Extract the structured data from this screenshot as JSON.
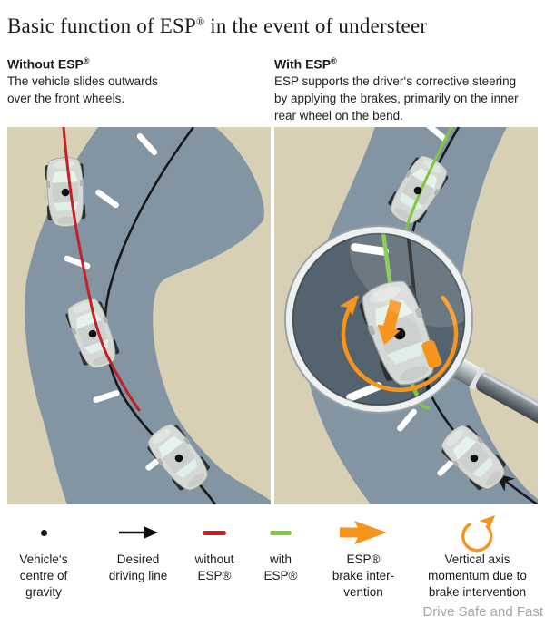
{
  "title": {
    "pre": "Basic function of ESP",
    "sup": "®",
    "post": " in the event of understeer"
  },
  "columns": {
    "left": {
      "heading_pre": "Without ESP",
      "heading_sup": "®",
      "lines": [
        "The vehicle slides outwards",
        "over the front wheels."
      ]
    },
    "right": {
      "heading_pre": "With ESP",
      "heading_sup": "®",
      "lines": [
        "ESP supports the driver‘s corrective steering",
        "by applying the brakes, primarily on the inner",
        "rear wheel on the bend."
      ]
    }
  },
  "diagram": {
    "left_panel": "vehicle understeering off the bend, red path leaving the road",
    "right_panel": "vehicle held on the bend, green path, magnifier showing brake intervention on inner rear wheel"
  },
  "legend": {
    "items": [
      {
        "icon": "cog-dot-icon",
        "lines": [
          "Vehicle‘s",
          "centre of",
          "gravity"
        ]
      },
      {
        "icon": "arrow-right-icon",
        "lines": [
          "Desired",
          "driving line"
        ]
      },
      {
        "icon": "red-dash-icon",
        "lines": [
          "without",
          "ESP®"
        ]
      },
      {
        "icon": "green-dash-icon",
        "lines": [
          "with",
          "ESP®"
        ]
      },
      {
        "icon": "orange-arrow-icon",
        "lines": [
          "ESP®",
          "brake inter-",
          "vention"
        ]
      },
      {
        "icon": "yaw-arrow-icon",
        "lines": [
          "Vertical axis",
          "momentum due to",
          "brake intervention"
        ]
      }
    ]
  },
  "watermark": "Drive Safe and Fast",
  "colors": {
    "background": "#ffffff",
    "panel_tan": "#d7d0b5",
    "road": "#8395a3",
    "road_magnified": "#55636e",
    "line_black": "#17191b",
    "line_red": "#c42026",
    "line_green": "#7dc83d",
    "orange": "#f7941e",
    "car_body": "#d6d9d6",
    "watermark_gray": "#9fa8ab"
  }
}
